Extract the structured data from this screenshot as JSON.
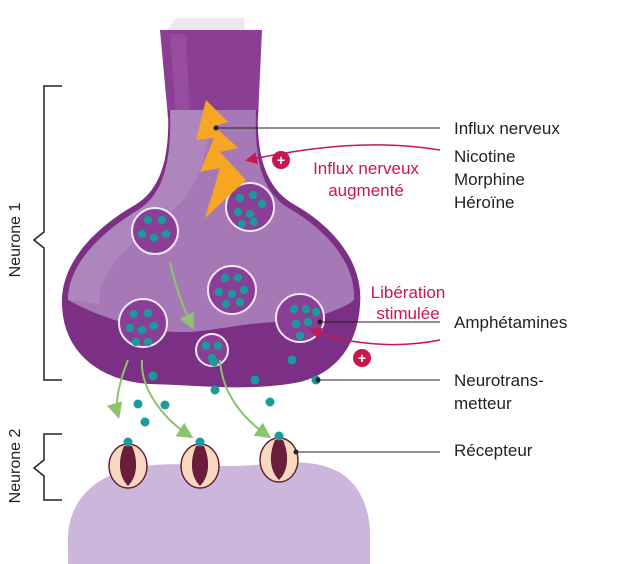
{
  "colors": {
    "accent": "#c8174f",
    "neurotransmitter": "#1a9a9a",
    "arrow_green": "#8dc26f",
    "lightning": "#f5a623",
    "membrane_dark": "#7b2f85",
    "terminal_fill": "#a679b6",
    "postsynaptic_fill": "#cdb6db"
  },
  "side_labels": {
    "neuron1": "Neurone 1",
    "neuron2": "Neurone 2"
  },
  "labels": {
    "influx": "Influx nerveux",
    "drugs_stimulant": [
      "Nicotine",
      "Morphine",
      "Héroïne"
    ],
    "influx_increased": [
      "Influx nerveux",
      "augmenté"
    ],
    "release_stimulated": [
      "Libération",
      "stimulée"
    ],
    "amphetamines": "Amphétamines",
    "neurotransmitter": [
      "Neurotrans-",
      "metteur"
    ],
    "receptor": "Récepteur"
  },
  "icons": {
    "plus": "+",
    "lightning": "lightning-icon"
  }
}
